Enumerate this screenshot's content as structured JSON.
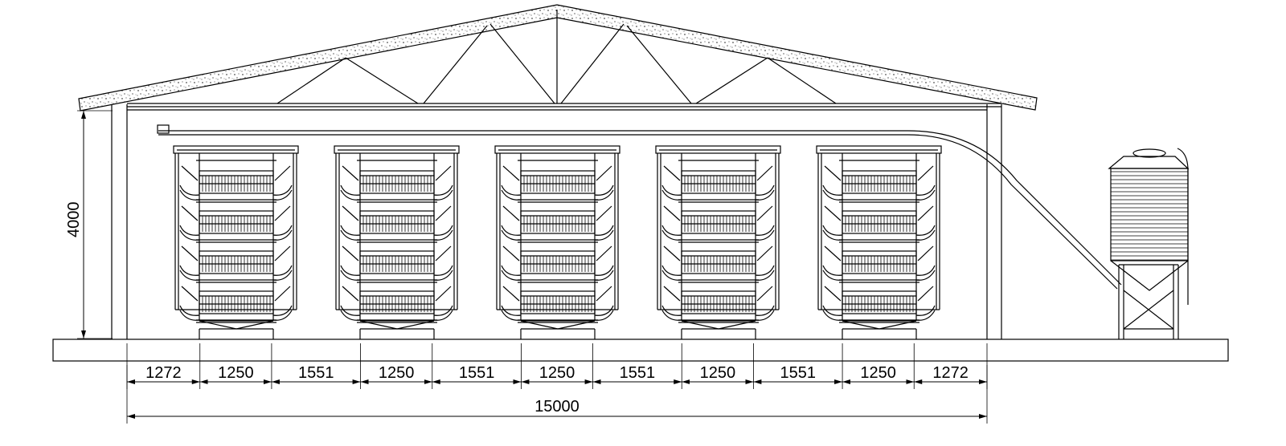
{
  "drawing": {
    "height_dimension": "4000",
    "cage_count": 5,
    "tiers_per_cage": 4,
    "bottom_dimensions": [
      "1272",
      "1250",
      "1551",
      "1250",
      "1551",
      "1250",
      "1551",
      "1250",
      "1551",
      "1250",
      "1272"
    ],
    "total_width": "15000"
  }
}
